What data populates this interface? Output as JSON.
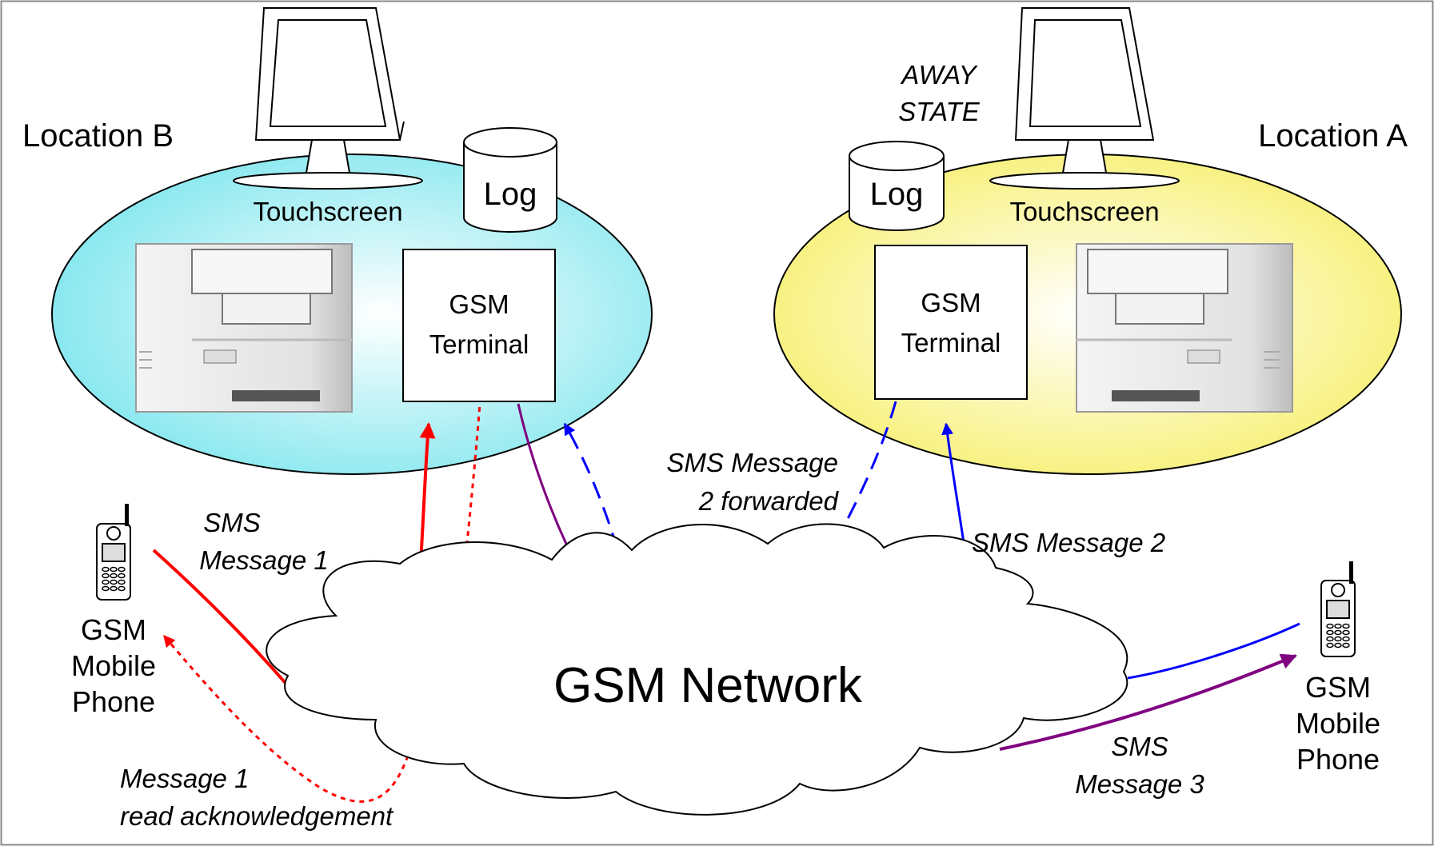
{
  "locations": {
    "b": {
      "title": "Location B",
      "touchscreen": "Touchscreen",
      "log": "Log",
      "terminal_line1": "GSM",
      "terminal_line2": "Terminal"
    },
    "a": {
      "title": "Location A",
      "touchscreen": "Touchscreen",
      "log": "Log",
      "terminal_line1": "GSM",
      "terminal_line2": "Terminal",
      "state_line1": "AWAY",
      "state_line2": "STATE"
    }
  },
  "network": {
    "label": "GSM Network"
  },
  "phones": {
    "left": {
      "line1": "GSM",
      "line2": "Mobile",
      "line3": "Phone"
    },
    "right": {
      "line1": "GSM",
      "line2": "Mobile",
      "line3": "Phone"
    }
  },
  "messages": {
    "sms1_line1": "SMS",
    "sms1_line2": "Message 1",
    "ack_line1": "Message 1",
    "ack_line2": "read acknowledgement",
    "fwd_line1": "SMS Message",
    "fwd_line2": "2 forwarded",
    "sms2": "SMS Message 2",
    "sms3_line1": "SMS",
    "sms3_line2": "Message 3"
  },
  "colors": {
    "location_b": "#7fe6ee",
    "location_a": "#f7ef6a",
    "red": "#ff0000",
    "blue": "#0000ff",
    "purple": "#800080"
  }
}
